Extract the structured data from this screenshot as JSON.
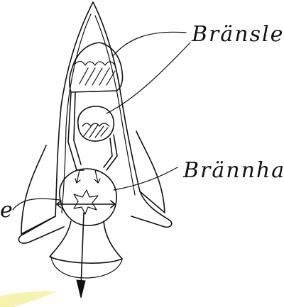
{
  "labels": {
    "fuel": "Bränsle",
    "combustion_chamber": "Brännham",
    "left_partial": "e"
  },
  "colors": {
    "ink": "#111111",
    "highlight": "#f6f3b0",
    "background": "#ffffff"
  }
}
